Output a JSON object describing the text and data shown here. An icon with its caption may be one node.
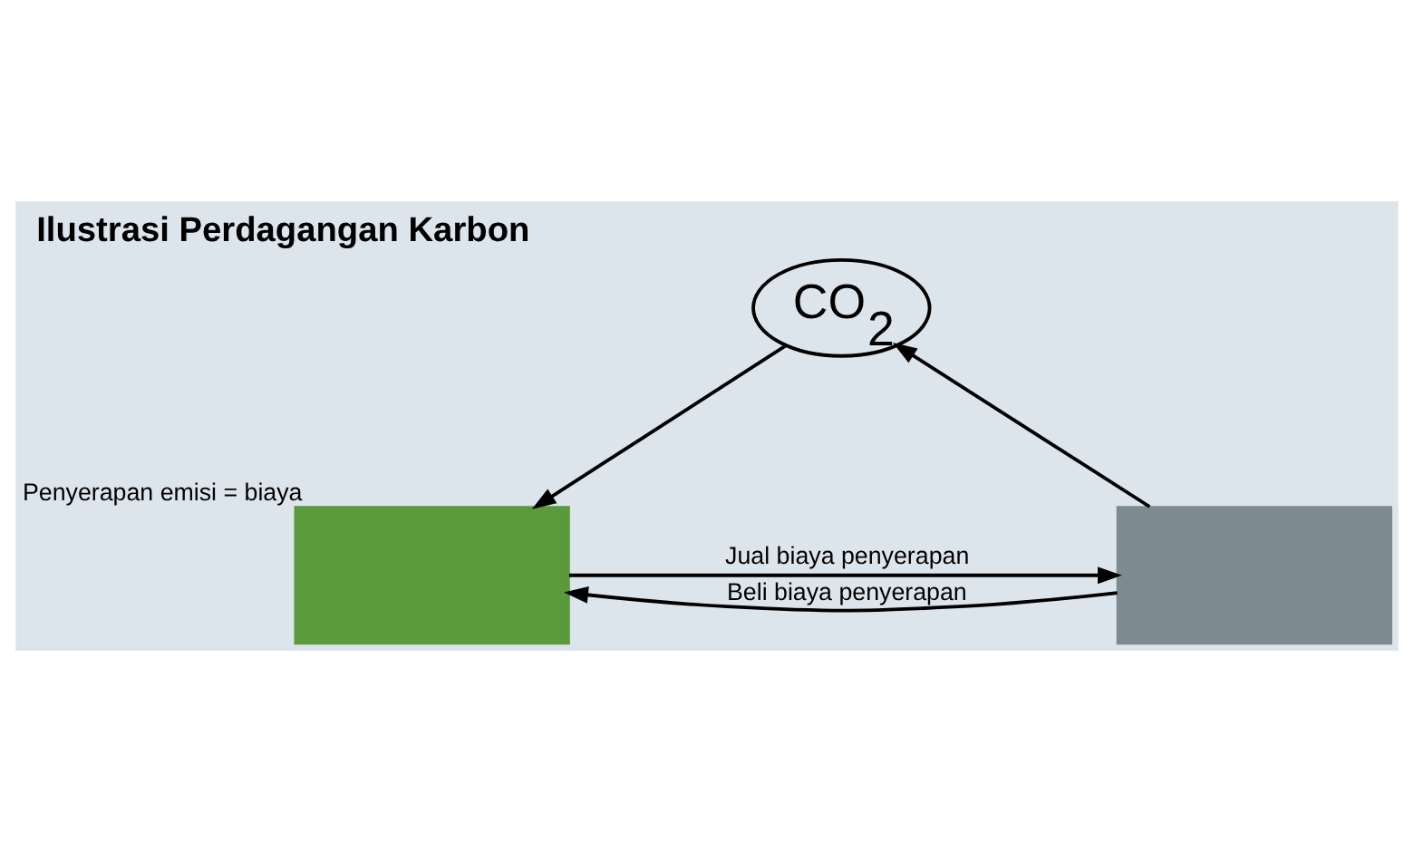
{
  "diagram": {
    "title": "Ilustrasi Perdagangan Karbon",
    "nodes": [
      {
        "text": [
          "CO$_{2}$"
        ]
      },
      {
        "text": [],
        "shape": "box",
        "beside": [
          "Penyerapan emisi = biaya"
        ]
      },
      {
        "text": [],
        "shape": "box"
      }
    ],
    "edges": [
      {
        "from": 0,
        "to": 1,
        "arrow": "to"
      },
      {
        "from": 2,
        "to": 0,
        "arrow": "to"
      },
      {
        "from": 2,
        "to": 1,
        "arrow": "to",
        "label": "Beli biaya penyerapan"
      },
      {
        "from": 1,
        "to": 2,
        "arrow": "to",
        "label": "Jual biaya penyerapan"
      }
    ]
  }
}
